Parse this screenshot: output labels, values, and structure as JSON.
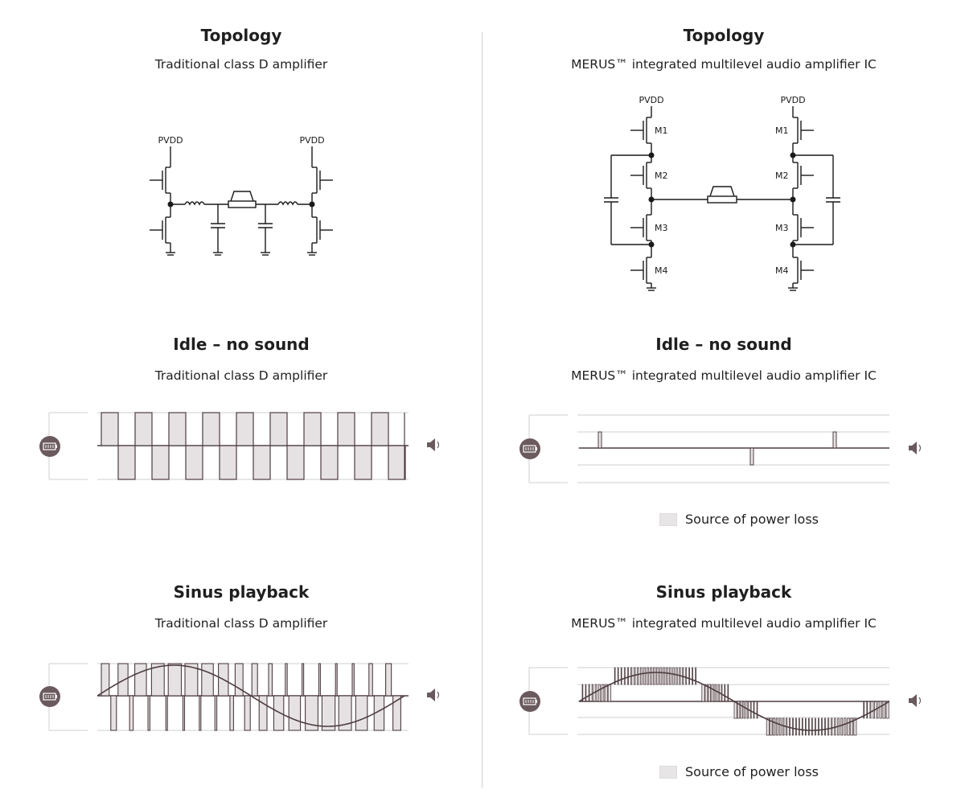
{
  "colors": {
    "wave": "#4e3d40",
    "fill": "#e6e2e3",
    "grid": "#cfcfcf",
    "line": "#1a1a1a",
    "icon": "#6b5a5d"
  },
  "left": {
    "topology": {
      "title": "Topology",
      "subtitle": "Traditional class D amplifier"
    },
    "idle": {
      "title": "Idle – no sound",
      "subtitle": "Traditional class D amplifier"
    },
    "sinus": {
      "title": "Sinus playback",
      "subtitle": "Traditional class D amplifier"
    },
    "circuit": {
      "supply_left": "PVDD",
      "supply_right": "PVDD"
    }
  },
  "right": {
    "topology": {
      "title": "Topology",
      "subtitle": "MERUS™ integrated multilevel audio amplifier IC"
    },
    "idle": {
      "title": "Idle – no sound",
      "subtitle": "MERUS™ integrated multilevel audio amplifier IC"
    },
    "sinus": {
      "title": "Sinus playback",
      "subtitle": "MERUS™ integrated multilevel audio amplifier IC"
    },
    "circuit": {
      "supply_left": "PVDD",
      "supply_right": "PVDD",
      "left_fets": [
        "M1",
        "M2",
        "M3",
        "M4"
      ],
      "right_fets": [
        "M1",
        "M2",
        "M3",
        "M4"
      ]
    },
    "legend_idle": "Source of power loss",
    "legend_sinus": "Source of power loss"
  },
  "icons": [
    "battery-icon",
    "speaker-icon"
  ]
}
